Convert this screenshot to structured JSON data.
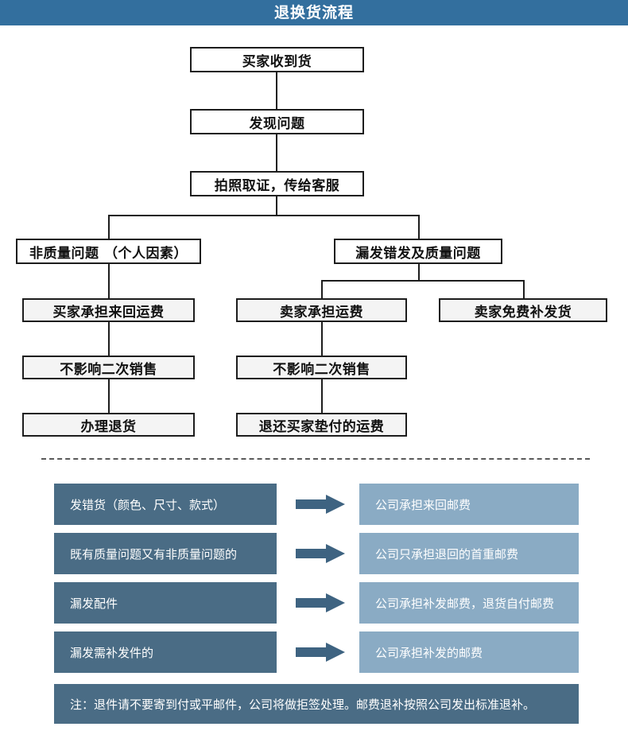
{
  "header": {
    "title": "退换货流程",
    "bar_color": "#336f9e"
  },
  "flowchart": {
    "nodes": [
      {
        "id": "n1",
        "label": "买家收到货"
      },
      {
        "id": "n2",
        "label": "发现问题"
      },
      {
        "id": "n3",
        "label": "拍照取证，传给客服"
      },
      {
        "id": "n4",
        "label": "非质量问题 （个人因素）"
      },
      {
        "id": "n5",
        "label": "漏发错发及质量问题"
      },
      {
        "id": "n6",
        "label": "买家承担来回运费"
      },
      {
        "id": "n7",
        "label": "卖家承担运费"
      },
      {
        "id": "n8",
        "label": "卖家免费补发货"
      },
      {
        "id": "n9",
        "label": "不影响二次销售"
      },
      {
        "id": "n10",
        "label": "不影响二次销售"
      },
      {
        "id": "n11",
        "label": "办理退货"
      },
      {
        "id": "n12",
        "label": "退还买家垫付的运费"
      }
    ]
  },
  "mapping": {
    "arrow_color": "#3e6381",
    "left_color": "#4a6c85",
    "right_color": "#8aabc4",
    "rows": [
      {
        "cause": "发错货（颜色、尺寸、款式）",
        "result": "公司承担来回邮费"
      },
      {
        "cause": "既有质量问题又有非质量问题的",
        "result": "公司只承担退回的首重邮费"
      },
      {
        "cause": "漏发配件",
        "result": "公司承担补发邮费，退货自付邮费"
      },
      {
        "cause": "漏发需补发件的",
        "result": "公司承担补发的邮费"
      }
    ]
  },
  "note": {
    "text": "注：退件请不要寄到付或平邮件，公司将做拒签处理。邮费退补按照公司发出标准退补。"
  }
}
